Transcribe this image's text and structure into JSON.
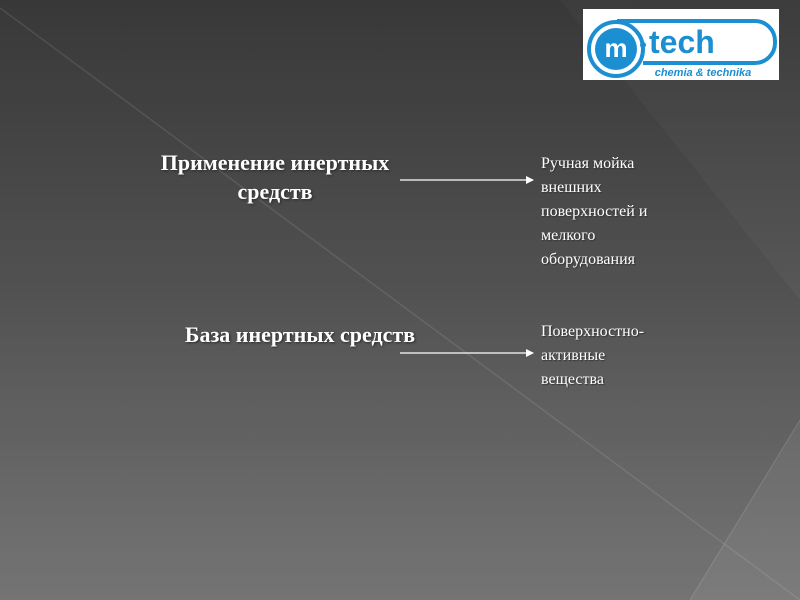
{
  "logo": {
    "name_left": "m",
    "name_right": "tech",
    "tagline": "chemia & technika",
    "colors": {
      "brand_blue": "#1b8fd1",
      "background": "#ffffff"
    }
  },
  "rows": [
    {
      "left_text": "Применение инертных средств",
      "right_lines": [
        "Ручная мойка",
        "внешних",
        "поверхностей и",
        "мелкого",
        "оборудования"
      ]
    },
    {
      "left_text": "База инертных средств",
      "right_lines": [
        "Поверхностно-",
        "активные",
        "вещества"
      ]
    }
  ],
  "colors": {
    "text": "#ffffff",
    "arrow": "#ffffff",
    "background_top": "#3c3c3c",
    "background_bottom": "#7c7c7c"
  }
}
